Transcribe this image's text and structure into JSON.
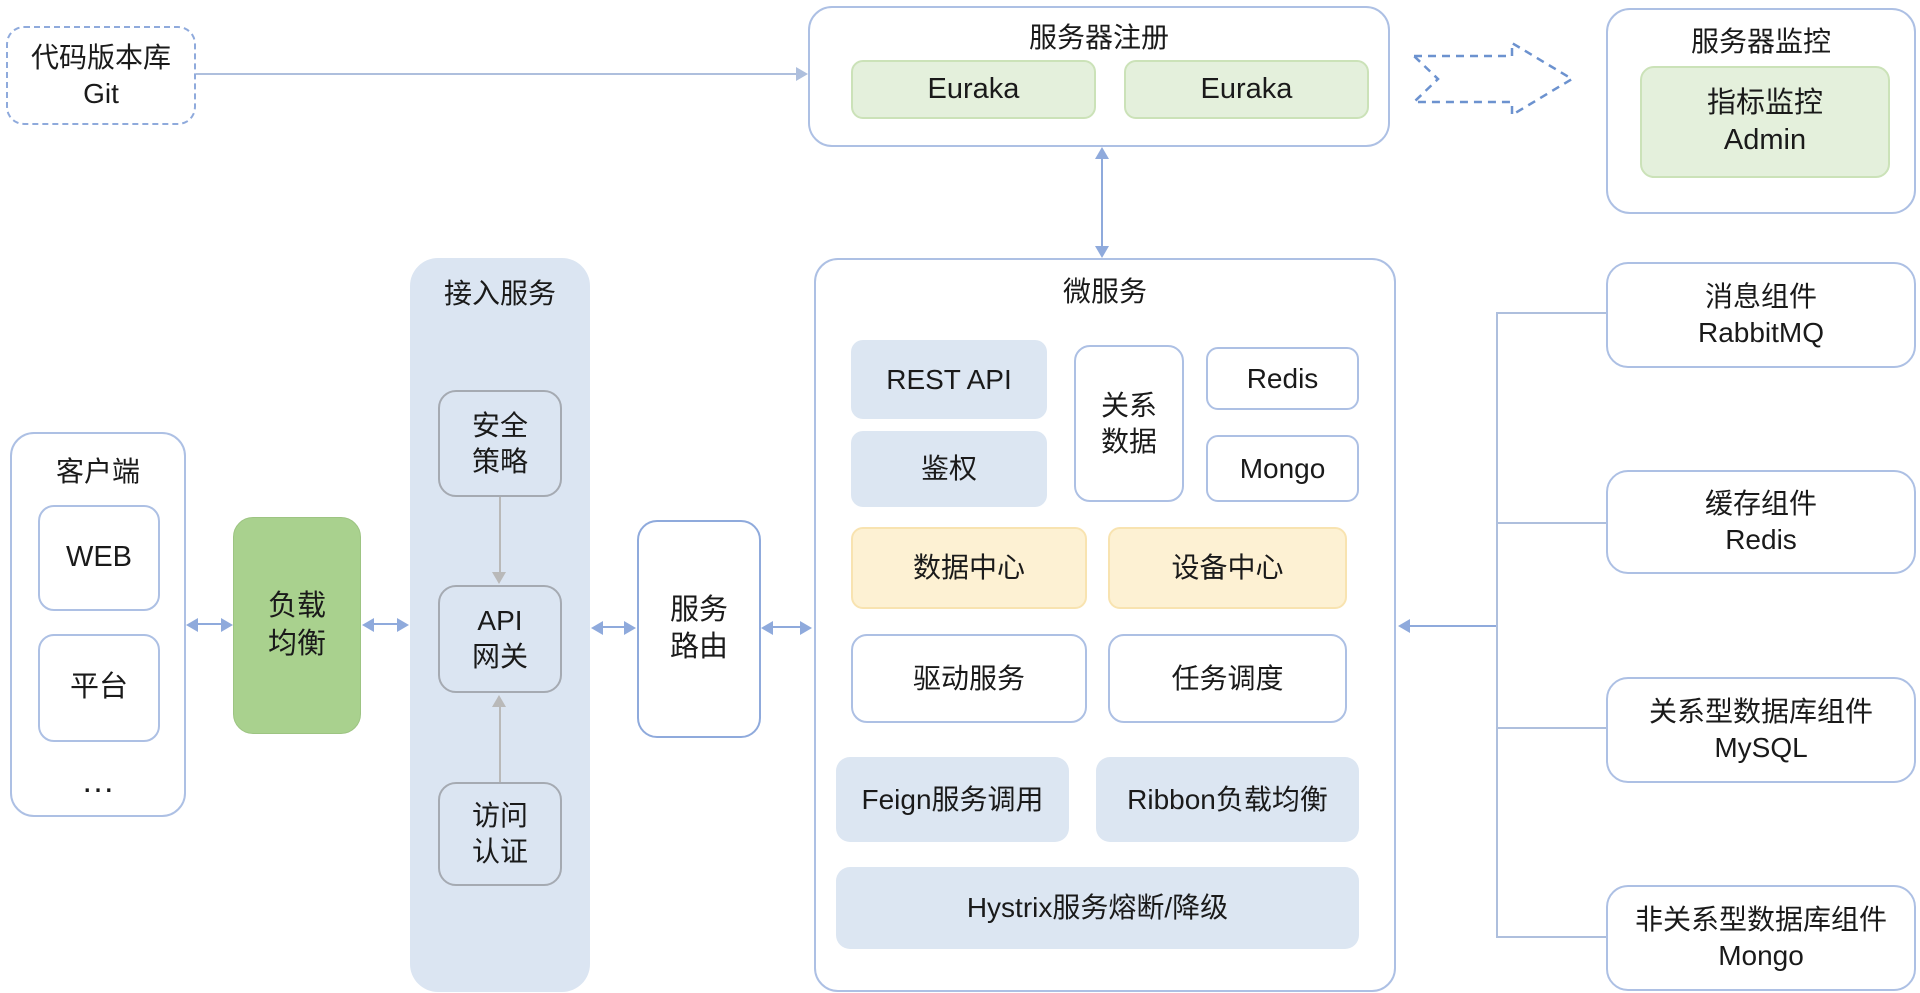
{
  "git": {
    "line1": "代码版本库",
    "line2": "Git"
  },
  "registry": {
    "title": "服务器注册",
    "node1": "Euraka",
    "node2": "Euraka"
  },
  "monitor": {
    "title": "服务器监控",
    "metric_line1": "指标监控",
    "metric_line2": "Admin"
  },
  "client": {
    "title": "客户端",
    "web": "WEB",
    "platform": "平台",
    "more": "…"
  },
  "load_balancer": {
    "line1": "负载",
    "line2": "均衡"
  },
  "access_service": {
    "title": "接入服务",
    "security_line1": "安全",
    "security_line2": "策略",
    "gateway_line1": "API",
    "gateway_line2": "网关",
    "auth_line1": "访问",
    "auth_line2": "认证"
  },
  "service_router": {
    "line1": "服务",
    "line2": "路由"
  },
  "microservice": {
    "title": "微服务",
    "rest_api": "REST API",
    "authz": "鉴权",
    "relation_line1": "关系",
    "relation_line2": "数据",
    "redis": "Redis",
    "mongo": "Mongo",
    "data_center": "数据中心",
    "device_center": "设备中心",
    "driver_service": "驱动服务",
    "task_schedule": "任务调度",
    "feign": "Feign服务调用",
    "ribbon": "Ribbon负载均衡",
    "hystrix": "Hystrix服务熔断/降级"
  },
  "components": {
    "mq_line1": "消息组件",
    "mq_line2": "RabbitMQ",
    "cache_line1": "缓存组件",
    "cache_line2": "Redis",
    "rdb_line1": "关系型数据库组件",
    "rdb_line2": "MySQL",
    "nosql_line1": "非关系型数据库组件",
    "nosql_line2": "Mongo"
  },
  "colors": {
    "box_border_blue": "#adc0e4",
    "arrow_blue": "#8faadc",
    "line_light_blue": "#aebfdd",
    "panel_blue": "#dbe5f2",
    "chip_blue": "#dce6f2",
    "green_fill": "#e4f0dc",
    "green_border": "#cbe2b8",
    "load_balancer_green": "#a9d18e",
    "yellow_fill": "#fdf1d3",
    "yellow_border": "#f8e3b0",
    "gray_arrow": "#b9b9b9",
    "dashed_arrow_blue": "#6c92cf",
    "text": "#1a1a1a"
  }
}
